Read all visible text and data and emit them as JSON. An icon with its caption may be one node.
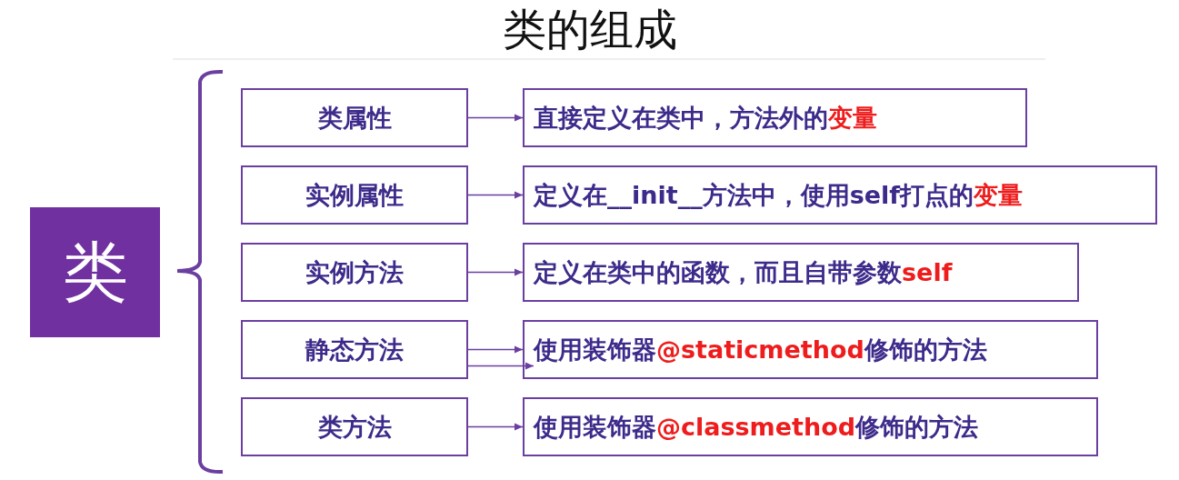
{
  "diagram": {
    "title": "类的组成",
    "nodes": [
      {
        "text": [
          "类"
        ]
      },
      {
        "text": [
          "类属性"
        ]
      },
      {
        "text": [
          "实例属性"
        ]
      },
      {
        "text": [
          "实例方法"
        ]
      },
      {
        "text": [
          "静态方法"
        ]
      },
      {
        "text": [
          "类方法"
        ]
      },
      {
        "text": [
          "直接定义在类中，方法外的**变量**"
        ]
      },
      {
        "text": [
          "定义在__init__方法中，使用self打点的**变量**"
        ]
      },
      {
        "text": [
          "定义在类中的函数，而且自带参数**self**"
        ]
      },
      {
        "text": [
          "使用装饰器**@staticmethod**修饰的方法"
        ]
      },
      {
        "text": [
          "使用装饰器**@classmethod**修饰的方法"
        ]
      }
    ],
    "edges": [
      {
        "from": 1,
        "to": 6,
        "arrow": "to"
      },
      {
        "from": 2,
        "to": 7,
        "arrow": "to"
      },
      {
        "from": 3,
        "to": 8,
        "arrow": "to"
      },
      {
        "from": 4,
        "to": 9,
        "arrow": "to"
      },
      {
        "from": 4,
        "to": 9,
        "arrow": "to"
      },
      {
        "from": 5,
        "to": 10,
        "arrow": "to"
      }
    ]
  }
}
